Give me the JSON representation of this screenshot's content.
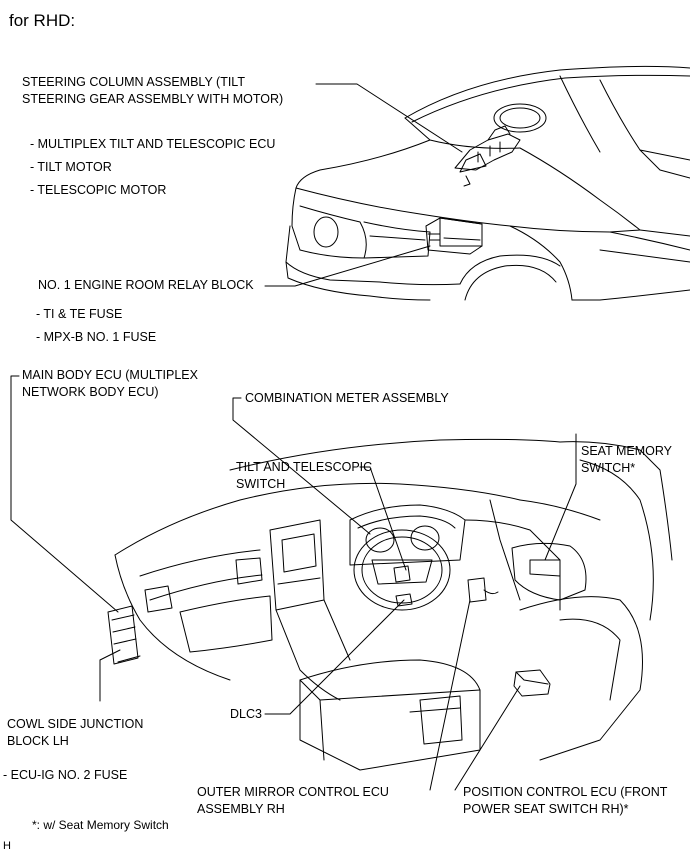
{
  "header": "for RHD:",
  "engine_view": {
    "steering_column": [
      "STEERING COLUMN ASSEMBLY (TILT",
      "STEERING GEAR ASSEMBLY WITH MOTOR)"
    ],
    "steering_column_parts": [
      "- MULTIPLEX TILT AND TELESCOPIC ECU",
      "- TILT MOTOR",
      "- TELESCOPIC MOTOR"
    ],
    "relay_block": "NO. 1 ENGINE ROOM RELAY BLOCK",
    "relay_block_parts": [
      "- TI & TE FUSE",
      "- MPX-B NO. 1 FUSE"
    ]
  },
  "interior_view": {
    "main_body_ecu": [
      "MAIN BODY ECU (MULTIPLEX",
      "NETWORK BODY ECU)"
    ],
    "combination_meter": "COMBINATION METER ASSEMBLY",
    "tilt_switch": [
      "TILT AND TELESCOPIC",
      "SWITCH"
    ],
    "seat_memory_switch": [
      "SEAT MEMORY",
      "SWITCH*"
    ],
    "dlc3": "DLC3",
    "cowl_junction": [
      "COWL SIDE JUNCTION",
      "BLOCK LH"
    ],
    "cowl_junction_parts": [
      "- ECU-IG NO. 2 FUSE"
    ],
    "outer_mirror_ecu": [
      "OUTER MIRROR CONTROL ECU",
      "ASSEMBLY RH"
    ],
    "position_control_ecu": [
      "POSITION CONTROL ECU (FRONT",
      "POWER SEAT SWITCH RH)*"
    ]
  },
  "footnote": "*: w/ Seat Memory Switch",
  "corner_mark": "H"
}
